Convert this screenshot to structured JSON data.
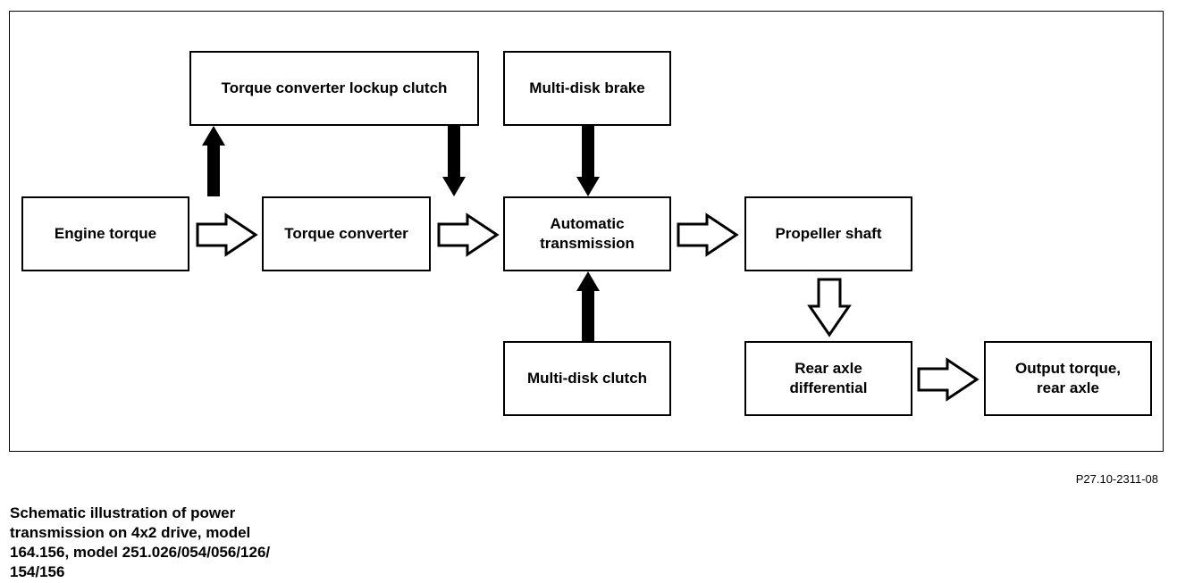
{
  "diagram": {
    "boxes": {
      "lockup_clutch": "Torque converter lockup clutch",
      "brake": "Multi-disk brake",
      "engine_torque": "Engine torque",
      "torque_converter": "Torque converter",
      "automatic_transmission": "Automatic\ntransmission",
      "propeller_shaft": "Propeller shaft",
      "clutch": "Multi-disk clutch",
      "rear_axle_differential": "Rear axle\ndifferential",
      "output_torque": "Output torque,\nrear axle"
    }
  },
  "figure_code": "P27.10-2311-08",
  "caption": "Schematic illustration of power\ntransmission on 4x2 drive, model\n164.156, model 251.026/054/056/126/\n154/156"
}
